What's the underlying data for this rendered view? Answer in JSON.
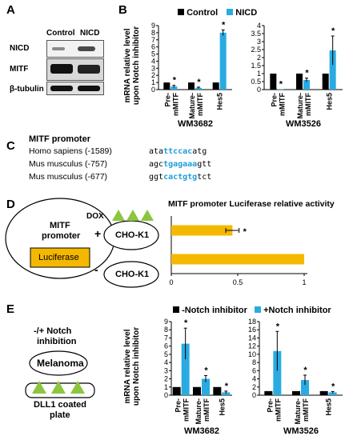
{
  "panels": {
    "A": {
      "letter": "A",
      "columns": [
        "Control",
        "NICD"
      ],
      "rows": [
        "NICD",
        "MITF",
        "β-tubulin"
      ]
    },
    "B": {
      "letter": "B",
      "legend": [
        "Control",
        "NICD"
      ]
    },
    "C": {
      "letter": "C",
      "title": "MITF promoter",
      "rows": [
        {
          "species": "Homo sapiens (-1589)",
          "pre": "ata",
          "motif": "ttccac",
          "post": "atg"
        },
        {
          "species": "Mus  musculus  (-757)",
          "pre": "agc",
          "motif": "tgagaaa",
          "post": "gtt"
        },
        {
          "species": "Mus  musculus  (-677)",
          "pre": "ggt",
          "motif": "cactgtg",
          "post": "tct"
        }
      ]
    },
    "D": {
      "letter": "D",
      "promoter_line1": "MITF",
      "promoter_line2": "promoter",
      "reporter": "Luciferase",
      "dox": "DOX",
      "plus": "+",
      "minus": "-",
      "cell_top": "CHO-K1",
      "cell_bottom": "CHO-K1"
    },
    "E": {
      "letter": "E",
      "line1": "-/+ Notch",
      "line2": "inhibition",
      "cell": "Melanoma",
      "plate_line1": "DLL1 coated",
      "plate_line2": "plate",
      "legend": [
        "-Notch inhibitor",
        "+Notch inhibitor"
      ]
    }
  },
  "colors": {
    "black_series": "#000000",
    "blue_series": "#29abe2",
    "yellow_series": "#f5b800",
    "luciferase_box": "#f5b800",
    "triangle": "#8cc63f",
    "highlight_seq": "#1e9fd8"
  },
  "chart_data": [
    {
      "id": "B-WM3682",
      "type": "bar",
      "title": "WM3682",
      "ylabel": "mRNA relative  level upon Notch inhibitor",
      "categories": [
        "Pre-mMITF",
        "Mature-mMITF",
        "Hes5"
      ],
      "category_lines": [
        [
          "Pre-",
          "mMITF"
        ],
        [
          "Mature-",
          "mMITF"
        ],
        [
          "Hes5"
        ]
      ],
      "ylim": [
        0,
        9
      ],
      "yticks": [
        0,
        1,
        2,
        3,
        4,
        5,
        6,
        7,
        8,
        9
      ],
      "series": [
        {
          "name": "Control",
          "values": [
            1,
            1,
            1
          ],
          "errors": [
            0,
            0,
            0
          ]
        },
        {
          "name": "NICD",
          "values": [
            0.45,
            0.25,
            8.0
          ],
          "errors": [
            0.15,
            0.1,
            0.4
          ]
        }
      ],
      "significance": [
        "*",
        "*",
        "*"
      ]
    },
    {
      "id": "B-WM3526",
      "type": "bar",
      "title": "WM3526",
      "categories": [
        "Pre-mMITF",
        "Mature-mMITF",
        "Hes5"
      ],
      "category_lines": [
        [
          "Pre-",
          "mMITF"
        ],
        [
          "Mature-",
          "mMITF"
        ],
        [
          "Hes5"
        ]
      ],
      "ylim": [
        0,
        4
      ],
      "yticks": [
        0,
        0.5,
        1,
        1.5,
        2,
        2.5,
        3,
        3.5,
        4
      ],
      "series": [
        {
          "name": "Control",
          "values": [
            1,
            1,
            1
          ],
          "errors": [
            0,
            0,
            0
          ]
        },
        {
          "name": "NICD",
          "values": [
            0.02,
            0.6,
            2.45
          ],
          "errors": [
            0,
            0.12,
            0.9
          ]
        }
      ],
      "significance": [
        "*",
        "*",
        "*"
      ]
    },
    {
      "id": "D-luciferase",
      "type": "bar",
      "orientation": "horizontal",
      "title": "MITF promoter Luciferase relative activity",
      "categories": [
        "+DOX",
        "-DOX"
      ],
      "xlim": [
        0,
        1
      ],
      "xticks": [
        0,
        0.5,
        1
      ],
      "values": [
        0.46,
        1.0
      ],
      "errors": [
        0.05,
        0
      ],
      "significance": [
        "*",
        ""
      ]
    },
    {
      "id": "E-WM3682",
      "type": "bar",
      "title": "WM3682",
      "ylabel": "mRNA relative  level upon Notch inhibitor",
      "categories": [
        "Pre-mMITF",
        "Mature-mMITF",
        "Hes5"
      ],
      "category_lines": [
        [
          "Pre-",
          "mMITF"
        ],
        [
          "Mature-",
          "mMITF"
        ],
        [
          "Hes5"
        ]
      ],
      "ylim": [
        0,
        9
      ],
      "yticks": [
        0,
        1,
        2,
        3,
        4,
        5,
        6,
        7,
        8,
        9
      ],
      "series": [
        {
          "name": "-Notch inhibitor",
          "values": [
            1,
            1,
            1
          ],
          "errors": [
            0,
            0,
            0
          ]
        },
        {
          "name": "+Notch inhibitor",
          "values": [
            6.3,
            2.0,
            0.35
          ],
          "errors": [
            1.9,
            0.4,
            0.15
          ]
        }
      ],
      "significance": [
        "*",
        "*",
        "*"
      ]
    },
    {
      "id": "E-WM3526",
      "type": "bar",
      "title": "WM3526",
      "categories": [
        "Pre-mMITF",
        "Mature-mMITF",
        "Hes5"
      ],
      "category_lines": [
        [
          "Pre-",
          "mMITF"
        ],
        [
          "Mature-",
          "mMITF"
        ],
        [
          "Hes5"
        ]
      ],
      "ylim": [
        0,
        18
      ],
      "yticks": [
        0,
        2,
        4,
        6,
        8,
        10,
        12,
        14,
        16,
        18
      ],
      "series": [
        {
          "name": "-Notch inhibitor",
          "values": [
            1,
            1,
            1
          ],
          "errors": [
            0,
            0,
            0
          ]
        },
        {
          "name": "+Notch inhibitor",
          "values": [
            10.8,
            3.7,
            0.7
          ],
          "errors": [
            4.8,
            1.2,
            0.2
          ]
        }
      ],
      "significance": [
        "*",
        "*",
        "*"
      ]
    }
  ]
}
